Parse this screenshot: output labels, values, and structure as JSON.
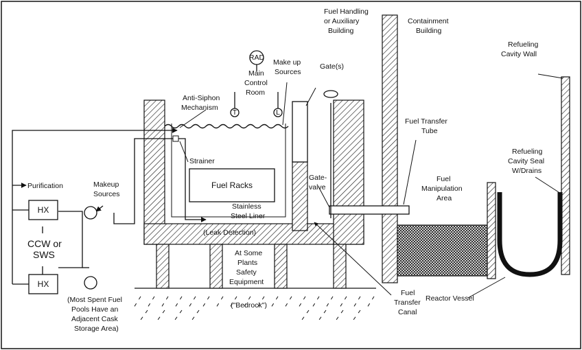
{
  "labels": {
    "fuel_handling": [
      "Fuel Handling",
      "or Auxiliary",
      "Building"
    ],
    "containment": [
      "Containment",
      "Building"
    ],
    "refueling_wall": [
      "Refueling",
      "Cavity Wall"
    ],
    "rad": "RAD",
    "main_control": [
      "Main",
      "Control",
      "Room"
    ],
    "makeup_sources_top": [
      "Make up",
      "Sources"
    ],
    "gates": "Gate(s)",
    "anti_siphon": [
      "Anti-Siphon",
      "Mechanism"
    ],
    "t_sensor": "T",
    "l_sensor": "L",
    "strainer": "Strainer",
    "fuel_racks": "Fuel Racks",
    "stainless_liner": [
      "Stainless",
      "Steel Liner"
    ],
    "gate_valve": [
      "Gate-",
      "valve"
    ],
    "fuel_transfer_tube": [
      "Fuel Transfer",
      "Tube"
    ],
    "fuel_manipulation": [
      "Fuel",
      "Manipulation",
      "Area"
    ],
    "refueling_seal": [
      "Refueling",
      "Cavity Seal",
      "W/Drains"
    ],
    "purification": "Purification",
    "makeup_sources_left": [
      "Makeup",
      "Sources"
    ],
    "hx_top": "HX",
    "hx_bottom": "HX",
    "ccw": [
      "CCW or",
      "SWS"
    ],
    "leak_detection": "(Leak Detection)",
    "safety_equipment": [
      "At Some",
      "Plants",
      "Safety",
      "Equipment"
    ],
    "cask_area": [
      "(Most Spent Fuel",
      "Pools Have an",
      "Adjacent Cask",
      "Storage Area)"
    ],
    "bedrock": "(\"Bedrock\")",
    "fuel_transfer_canal": [
      "Fuel",
      "Transfer",
      "Canal"
    ],
    "reactor_vessel": "Reactor Vessel"
  }
}
